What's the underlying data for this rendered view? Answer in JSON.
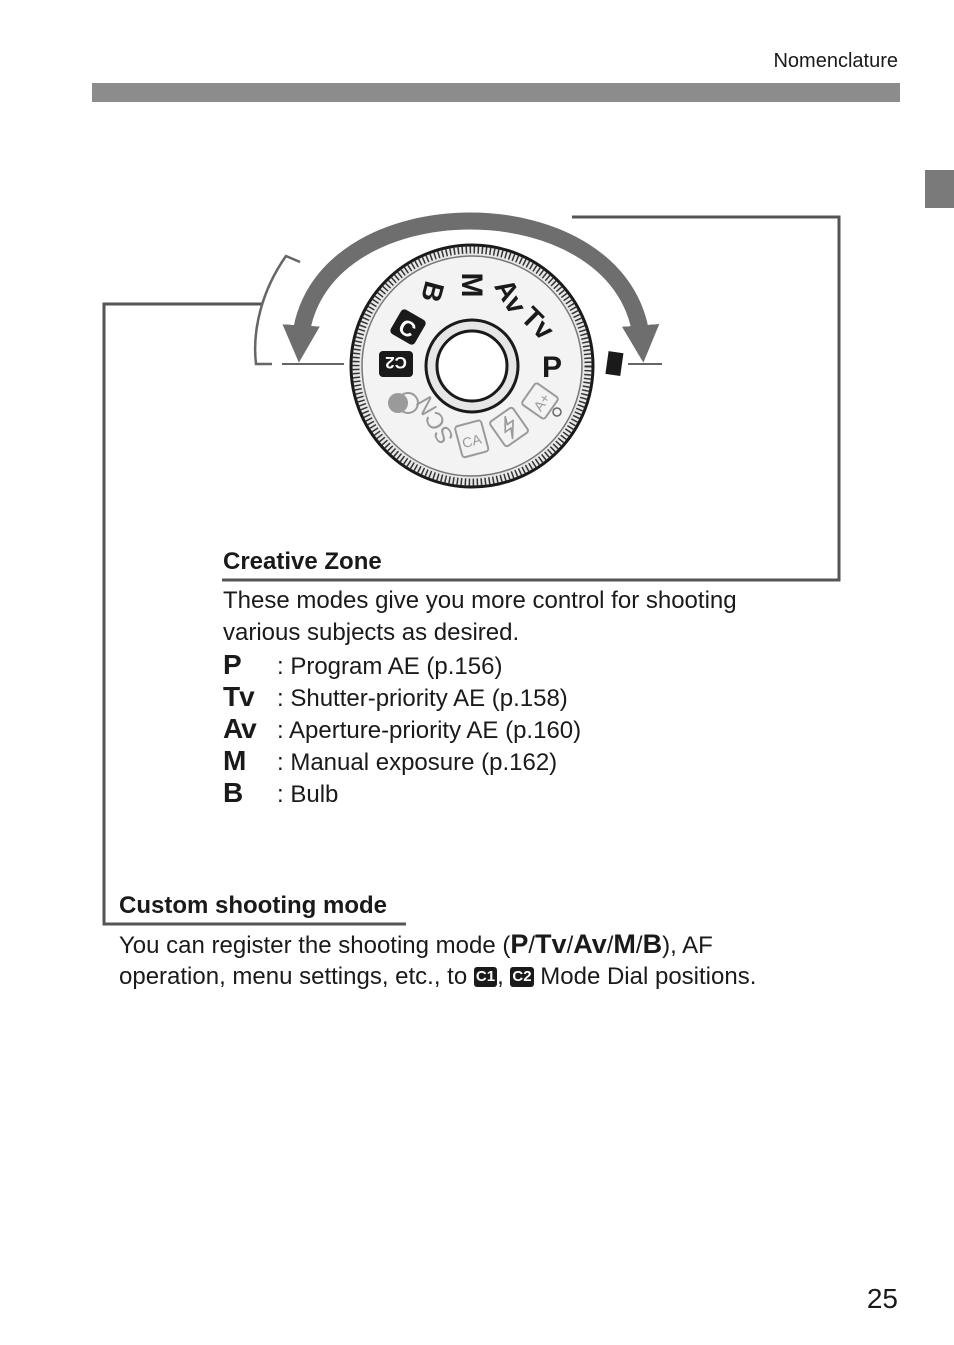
{
  "header": {
    "section_label": "Nomenclature"
  },
  "dial": {
    "labels": {
      "m": "M",
      "av": "Av",
      "tv": "Tv",
      "p": "P",
      "b": "B",
      "c1": "C",
      "c2": "C2",
      "scn": "SCN",
      "ca": "CA",
      "a_plus": "A+"
    }
  },
  "creative_zone": {
    "heading": "Creative Zone",
    "intro_line1": "These modes give you more control for shooting",
    "intro_line2": "various subjects as desired.",
    "modes": [
      {
        "symbol": "P",
        "desc": ": Program AE (p.156)"
      },
      {
        "symbol": "Tv",
        "desc": ": Shutter-priority AE (p.158)"
      },
      {
        "symbol": "Av",
        "desc": ": Aperture-priority AE (p.160)"
      },
      {
        "symbol": "M",
        "desc": ": Manual exposure (p.162)"
      },
      {
        "symbol": "B",
        "desc": ": Bulb"
      }
    ]
  },
  "custom_mode": {
    "heading": "Custom shooting mode",
    "line1_prefix": "You can register the shooting mode (",
    "line1_symbols": [
      "P",
      "Tv",
      "Av",
      "M",
      "B"
    ],
    "separator": "/",
    "line1_suffix": "), AF",
    "line2_prefix": "operation, menu settings, etc., to ",
    "c1_badge": "C1",
    "comma": ", ",
    "c2_badge": "C2",
    "line2_suffix": " Mode Dial positions."
  },
  "page_number": "25"
}
